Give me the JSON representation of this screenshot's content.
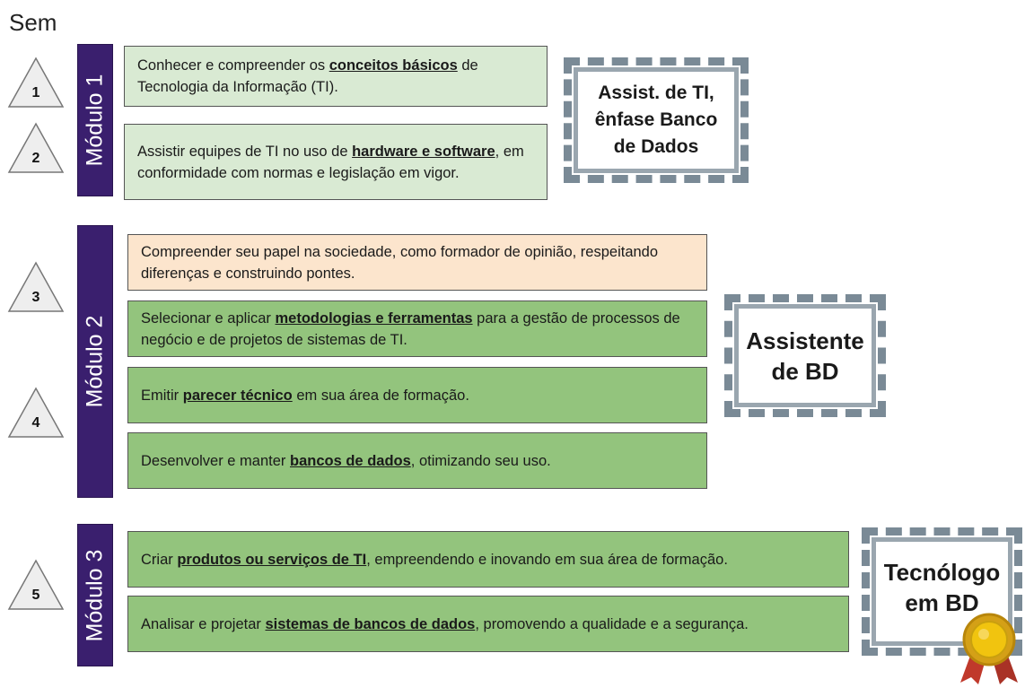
{
  "header": {
    "sem_label": "Sem"
  },
  "semesters": [
    "1",
    "2",
    "3",
    "4",
    "5"
  ],
  "modules": [
    {
      "label": "Módulo 1"
    },
    {
      "label": "Módulo 2"
    },
    {
      "label": "Módulo 3"
    }
  ],
  "competencies": [
    {
      "pre": "Conhecer e compreender os ",
      "bold": "conceitos básicos",
      "post": " de Tecnologia da Informação (TI)."
    },
    {
      "pre": "Assistir equipes de TI no uso de ",
      "bold": "hardware e software",
      "post": ", em conformidade com normas e legislação em vigor."
    },
    {
      "pre": "Compreender seu papel na sociedade, como formador de opinião, respeitando diferenças e construindo pontes.",
      "bold": "",
      "post": ""
    },
    {
      "pre": "Selecionar e aplicar ",
      "bold": "metodologias e ferramentas",
      "post": " para a gestão de processos de negócio e de projetos de sistemas de TI."
    },
    {
      "pre": "Emitir ",
      "bold": "parecer técnico",
      "post": " em sua área de formação."
    },
    {
      "pre": "Desenvolver e manter ",
      "bold": "bancos de dados",
      "post": ", otimizando seu uso."
    },
    {
      "pre": "Criar ",
      "bold": "produtos ou serviços de TI",
      "post": ", empreendendo e inovando em sua área de formação."
    },
    {
      "pre": "Analisar e projetar ",
      "bold": "sistemas de bancos de dados",
      "post": ", promovendo a qualidade e a segurança."
    }
  ],
  "certificates": [
    {
      "line1": "Assist. de TI,",
      "line2": "ênfase Banco",
      "line3": "de Dados"
    },
    {
      "line1": "Assistente",
      "line2": "de BD"
    },
    {
      "line1": "Tecnólogo",
      "line2": "em BD"
    }
  ],
  "colors": {
    "module": "#3a1f6e",
    "light_green": "#d9ead3",
    "mid_green": "#93c47d",
    "peach": "#fce5cd"
  }
}
